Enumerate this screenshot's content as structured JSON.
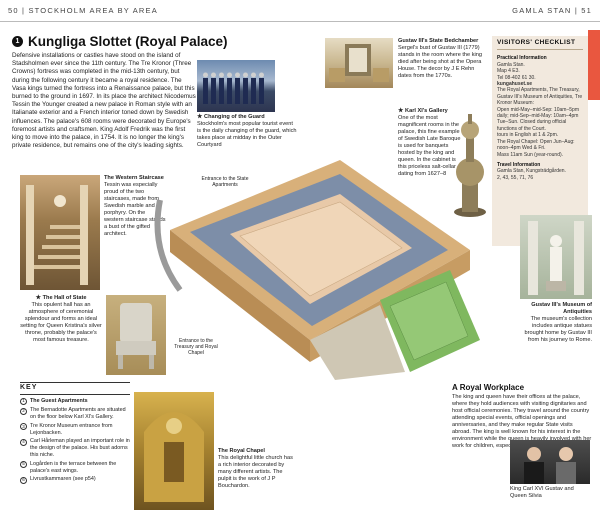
{
  "header": {
    "left": "50  |  STOCKHOLM AREA BY AREA",
    "right": "GAMLA STAN  |  51"
  },
  "title": {
    "number": "1",
    "text": "Kungliga Slottet (Royal Palace)"
  },
  "intro": "Defensive installations or castles have stood on the island of Stadsholmen ever since the 11th century. The Tre Kronor (Three Crowns) fortress was completed in the mid-13th century, but during the following century it became a royal residence. The Vasa kings turned the fortress into a Renaissance palace, but this burned to the ground in 1697. In its place the architect Nicodemus Tessin the Younger created a new palace in Roman style with an Italianate exterior and a French interior toned down by Swedish influences. The palace's 608 rooms were decorated by Europe's foremost artists and craftsmen. King Adolf Fredrik was the first king to move into the palace, in 1754. It is no longer the king's private residence, but remains one of the city's leading sights.",
  "captions": {
    "guard_title": "Changing of the Guard",
    "guard_text": "Stockholm's most popular tourist event is the daily changing of the guard, which takes place at midday in the Outer Courtyard",
    "bedchamber_title": "Gustav III's State Bedchamber",
    "bedchamber_text": "Sergel's bust of Gustav III (1779) stands in the room where the king died after being shot at the Opera House. The decor by J E Rehn dates from the 1770s.",
    "gallery_title": "Karl XI's Gallery",
    "gallery_text": "One of the most magnificent rooms in the palace, this fine example of Swedish Late Baroque is used for banquets hosted by the king and queen. In the cabinet is this priceless salt-cellar dating from 1627–8",
    "staircase_title": "The Western Staircase",
    "staircase_text": "Tessin was especially proud of the two staircases, made from Swedish marble and porphyry. On the western staircase stands a bust of the gifted architect.",
    "hallstate_title": "The Hall of State",
    "hallstate_text": "This opulent hall has an atmosphere of ceremonial splendour and forms an ideal setting for Queen Kristina's silver throne, probably the palace's most famous treasure.",
    "museum_title": "Gustav III's Museum of Antiquities",
    "museum_text": "The museum's collection includes antique statues brought home by Gustav III from his journey to Rome.",
    "chapel_title": "The Royal Chapel",
    "chapel_text": "This delightful little church has a rich interior decorated by many different artists. The pulpit is the work of J P Bouchardon.",
    "entrance_state": "Entrance to the State Apartments",
    "entrance_treasury": "Entrance to the Treasury and Royal Chapel",
    "king_queen": "King Carl XVI Gustav and Queen Silvia"
  },
  "checklist": {
    "title": "VISITORS' CHECKLIST",
    "practical_heading": "Practical Information",
    "practical_lines": [
      "Gamla Stan.",
      "Map 4 E3.",
      "Tel 08-402 61 30.",
      "kungahuset.se",
      "The Royal Apartments, The Treasury, Gustav III's Museum of Antiquities, Tre Kronor Museum:",
      "Open mid-May–mid-Sep: 10am–5pm daily; mid-Sep–mid-May: 10am–4pm Tue–Sun. Closed during official functions of the Court.",
      "tours in English at 1 & 2pm.",
      "The Royal Chapel: Open Jun–Aug: noon–4pm Wed & Fri.",
      "Mass 11am Sun (year-round)."
    ],
    "travel_heading": "Travel Information",
    "travel_lines": [
      "Gamla Stan, Kungsträdgården.",
      "2, 43, 55, 71, 76"
    ]
  },
  "key": {
    "title": "KEY",
    "items": [
      {
        "n": "1",
        "text": "The Guest Apartments"
      },
      {
        "n": "2",
        "text": "The Bernadotte Apartments are situated on the floor below Karl XI's Gallery."
      },
      {
        "n": "3",
        "text": "Tre Kronor Museum entrance from Lejonbacken."
      },
      {
        "n": "4",
        "text": "Carl Hårleman played an important role in the design of the palace. His bust adorns this niche."
      },
      {
        "n": "5",
        "text": "Logården is the terrace between the palace's east wings."
      },
      {
        "n": "6",
        "text": "Livrustkammaren (see p54)"
      }
    ]
  },
  "workplace": {
    "title": "A Royal Workplace",
    "text": "The king and queen have their offices at the palace, where they hold audiences with visiting dignitaries and host official ceremonies. They travel around the country attending special events, official openings and anniversaries, and they make regular State visits abroad. The king is well known for his interest in the environment while the queen is heavily involved with her work for children, especially the disabled."
  },
  "colors": {
    "accent": "#e9573f",
    "checklist_bg": "#f2e9de",
    "roof": "#7d8ea8",
    "facade": "#d8b07a",
    "court": "#e8c9a8",
    "lawn": "#7fb85f"
  }
}
